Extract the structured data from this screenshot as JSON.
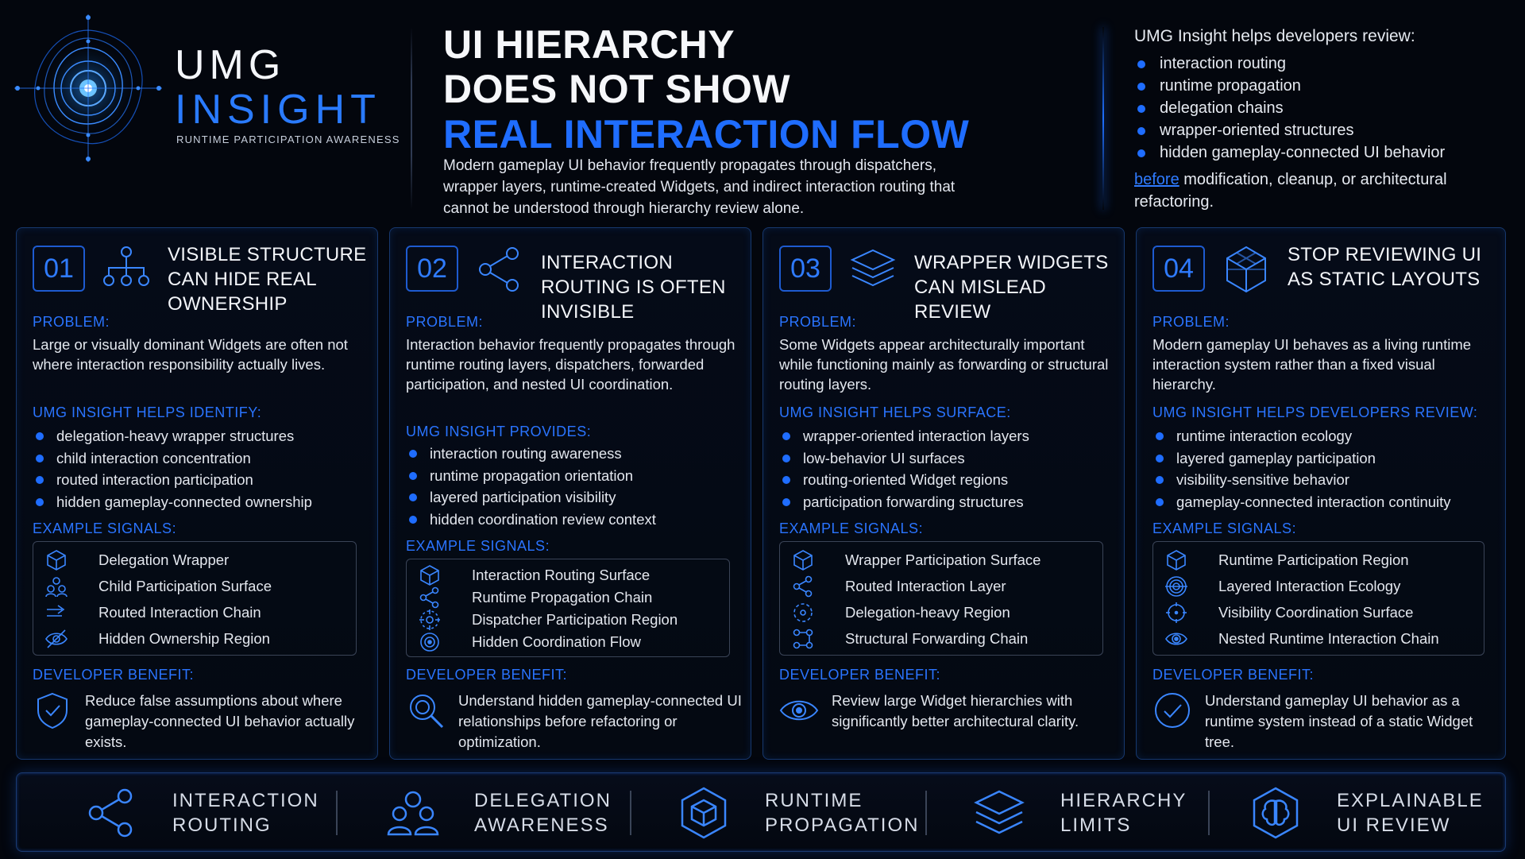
{
  "brand": {
    "word1": "UMG",
    "word2": "INSIGHT",
    "tagline": "RUNTIME PARTICIPATION AWARENESS"
  },
  "headline": {
    "line1": "UI HIERARCHY",
    "line2": "DOES NOT SHOW",
    "line3": "REAL INTERACTION FLOW",
    "description": "Modern gameplay UI behavior frequently propagates through dispatchers, wrapper layers, runtime-created Widgets, and indirect interaction routing that cannot be understood through hierarchy review alone."
  },
  "review": {
    "intro": "UMG Insight helps developers review:",
    "items": [
      "interaction routing",
      "runtime propagation",
      "delegation chains",
      "wrapper-oriented structures",
      "hidden gameplay-connected UI behavior"
    ],
    "link": "before",
    "foot": " modification, cleanup, or architectural refactoring."
  },
  "labels": {
    "problem": "PROBLEM:",
    "signals": "EXAMPLE SIGNALS:",
    "benefit": "DEVELOPER BENEFIT:"
  },
  "cards": [
    {
      "num": "01",
      "title": "VISIBLE STRUCTURE CAN HIDE REAL OWNERSHIP",
      "problem": "Large or visually dominant Widgets are often not where interaction responsibility actually lives.",
      "helps_label": "UMG INSIGHT HELPS IDENTIFY:",
      "helps": [
        "delegation-heavy wrapper structures",
        "child interaction concentration",
        "routed interaction participation",
        "hidden gameplay-connected ownership"
      ],
      "signals": [
        "Delegation Wrapper",
        "Child Participation Surface",
        "Routed Interaction Chain",
        "Hidden Ownership Region"
      ],
      "benefit": "Reduce false assumptions about where gameplay-connected UI behavior actually exists."
    },
    {
      "num": "02",
      "title": "INTERACTION ROUTING IS OFTEN INVISIBLE",
      "problem": "Interaction behavior frequently propagates through runtime routing layers, dispatchers, forwarded participation, and nested UI coordination.",
      "helps_label": "UMG INSIGHT PROVIDES:",
      "helps": [
        "interaction routing awareness",
        "runtime propagation orientation",
        "layered participation visibility",
        "hidden coordination review context"
      ],
      "signals": [
        "Interaction Routing Surface",
        "Runtime Propagation Chain",
        "Dispatcher Participation Region",
        "Hidden Coordination Flow"
      ],
      "benefit": "Understand hidden gameplay-connected UI relationships before refactoring or optimization."
    },
    {
      "num": "03",
      "title": "WRAPPER WIDGETS CAN MISLEAD REVIEW",
      "problem": "Some Widgets appear architecturally important while functioning mainly as forwarding or structural routing layers.",
      "helps_label": "UMG INSIGHT HELPS SURFACE:",
      "helps": [
        "wrapper-oriented interaction layers",
        "low-behavior UI surfaces",
        "routing-oriented Widget regions",
        "participation forwarding structures"
      ],
      "signals": [
        "Wrapper Participation Surface",
        "Routed Interaction Layer",
        "Delegation-heavy Region",
        "Structural Forwarding Chain"
      ],
      "benefit": "Review large Widget hierarchies with significantly better architectural clarity."
    },
    {
      "num": "04",
      "title": "STOP REVIEWING UI AS STATIC LAYOUTS",
      "problem": "Modern gameplay UI behaves as a living runtime interaction system rather than a fixed visual hierarchy.",
      "helps_label": "UMG INSIGHT HELPS DEVELOPERS REVIEW:",
      "helps": [
        "runtime interaction ecology",
        "layered gameplay participation",
        "visibility-sensitive behavior",
        "gameplay-connected interaction continuity"
      ],
      "signals": [
        "Runtime Participation Region",
        "Layered Interaction Ecology",
        "Visibility Coordination Surface",
        "Nested Runtime Interaction Chain"
      ],
      "benefit": "Understand gameplay UI behavior as a runtime system instead of a static Widget tree."
    }
  ],
  "footer": [
    {
      "line1": "INTERACTION",
      "line2": "ROUTING",
      "icon": "share-nodes-icon"
    },
    {
      "line1": "DELEGATION",
      "line2": "AWARENESS",
      "icon": "people-icon"
    },
    {
      "line1": "RUNTIME",
      "line2": "PROPAGATION",
      "icon": "hex-cube-icon"
    },
    {
      "line1": "HIERARCHY",
      "line2": "LIMITS",
      "icon": "layers-icon"
    },
    {
      "line1": "EXPLAINABLE",
      "line2": "UI REVIEW",
      "icon": "brain-icon"
    }
  ],
  "colors": {
    "accent": "#1f6dff",
    "background": "#03060d",
    "border": "#17386e"
  }
}
